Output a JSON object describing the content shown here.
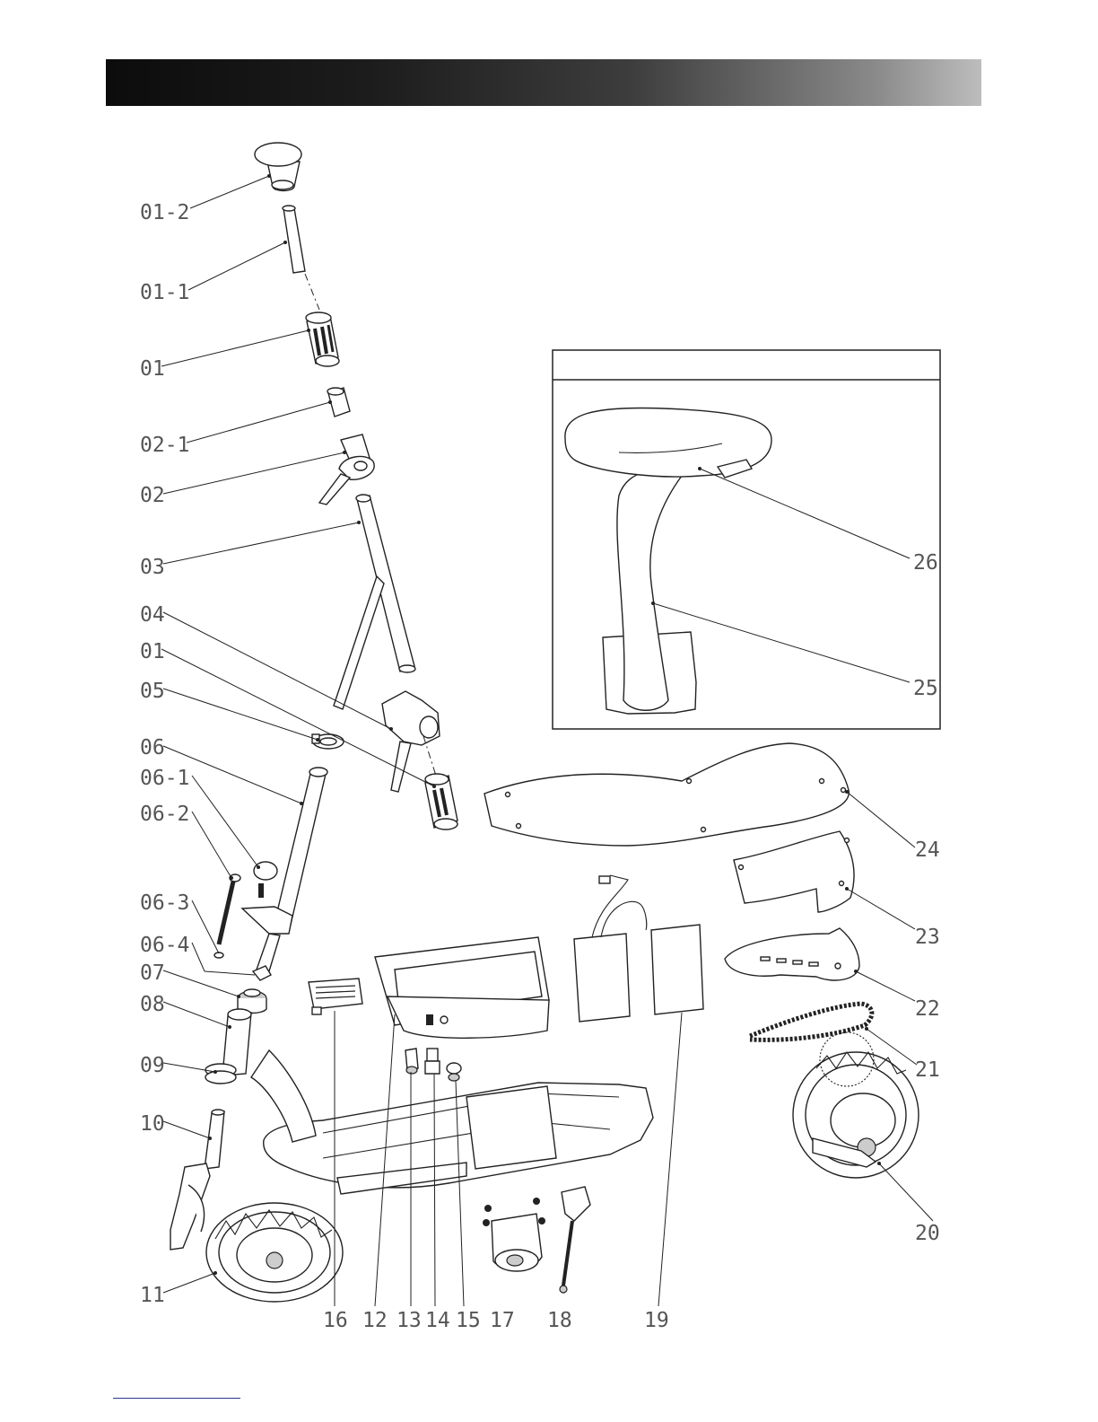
{
  "colors": {
    "banner_dark": "#0c0c0c",
    "banner_light": "#bdbdbd",
    "line": "#222222",
    "label": "#555555",
    "footer_rule": "#2a3a8c"
  },
  "labels": {
    "p01_2": "01-2",
    "p01_1": "01-1",
    "p01_top": "01",
    "p02_1": "02-1",
    "p02": "02",
    "p03": "03",
    "p04": "04",
    "p01_lower": "01",
    "p05": "05",
    "p06": "06",
    "p06_1": "06-1",
    "p06_2": "06-2",
    "p06_3": "06-3",
    "p06_4": "06-4",
    "p07": "07",
    "p08": "08",
    "p09": "09",
    "p10": "10",
    "p11": "11",
    "p16": "16",
    "p12": "12",
    "p13": "13",
    "p14": "14",
    "p15": "15",
    "p17": "17",
    "p18": "18",
    "p19": "19",
    "p20": "20",
    "p21": "21",
    "p22": "22",
    "p23": "23",
    "p24": "24",
    "p25": "25",
    "p26": "26"
  }
}
